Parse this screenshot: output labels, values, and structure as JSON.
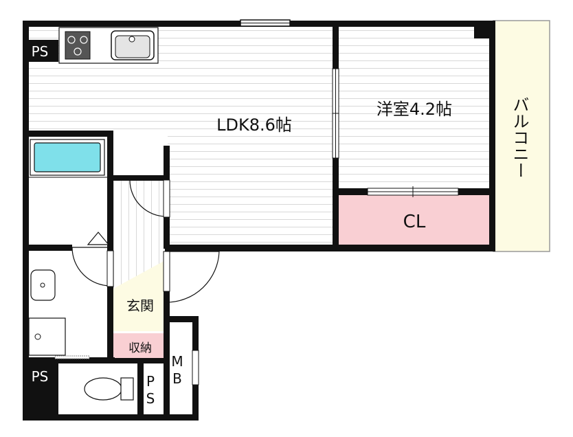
{
  "rooms": {
    "ldk": "LDK8.6帖",
    "western": "洋室4.2帖",
    "closet": "CL",
    "balcony": "バルコニー",
    "entrance": "玄関",
    "storage": "収納",
    "mb_line1": "M",
    "mb_line2": "B",
    "ps_line1": "P",
    "ps_line2": "S",
    "ps_top": "PS",
    "ps_bottom": "PS"
  },
  "colors": {
    "wall": "#111111",
    "floor_lines": "#d8d8d8",
    "closet_fill": "#f9cfd3",
    "balcony_fill": "#fdfbe3",
    "entrance_fill": "#fdfbe3",
    "storage_fill": "#f9cfd3",
    "bathtub_fill": "#7fe0ea"
  }
}
